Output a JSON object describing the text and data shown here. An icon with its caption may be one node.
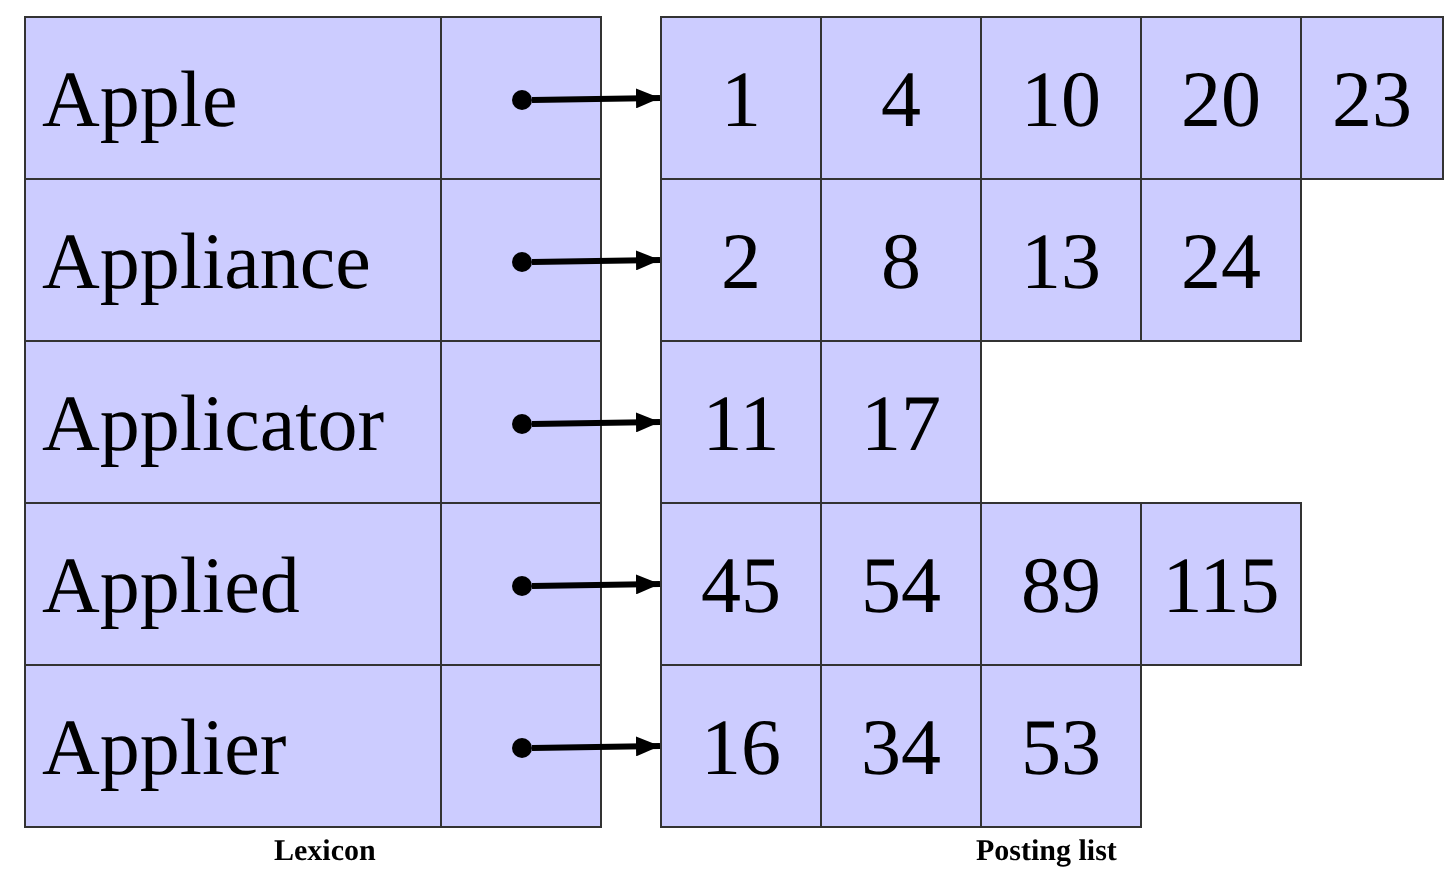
{
  "diagram": {
    "nodes": [
      {
        "text": [
          "Apple"
        ]
      },
      {
        "text": [],
        "shape": "box"
      },
      {
        "text": [],
        "shape": "circle",
        "in": 1
      },
      {
        "text": [
          "1"
        ]
      },
      {
        "text": [
          "4"
        ]
      },
      {
        "text": [
          "10"
        ]
      },
      {
        "text": [
          "20"
        ]
      },
      {
        "text": [
          "23"
        ]
      },
      {
        "text": [
          "Appliance"
        ]
      },
      {
        "text": [],
        "shape": "box"
      },
      {
        "text": [],
        "shape": "circle",
        "in": 9
      },
      {
        "text": [
          "2"
        ]
      },
      {
        "text": [
          "8"
        ]
      },
      {
        "text": [
          "13"
        ]
      },
      {
        "text": [
          "24"
        ]
      },
      {
        "text": [
          "Applicator"
        ]
      },
      {
        "text": [],
        "shape": "box"
      },
      {
        "text": [],
        "shape": "circle",
        "in": 16
      },
      {
        "text": [
          "11"
        ]
      },
      {
        "text": [
          "17"
        ]
      },
      {
        "text": [
          "Applied"
        ]
      },
      {
        "text": [],
        "shape": "box"
      },
      {
        "text": [],
        "shape": "circle",
        "in": 21
      },
      {
        "text": [
          "45"
        ]
      },
      {
        "text": [
          "54"
        ]
      },
      {
        "text": [
          "89"
        ]
      },
      {
        "text": [
          "115"
        ]
      },
      {
        "text": [
          "Applier"
        ]
      },
      {
        "text": [],
        "shape": "box"
      },
      {
        "text": [],
        "shape": "circle",
        "in": 28
      },
      {
        "text": [
          "16"
        ]
      },
      {
        "text": [
          "34"
        ]
      },
      {
        "text": [
          "53"
        ]
      }
    ],
    "edges": [
      {
        "from": 2,
        "to": 3,
        "arrow": "to"
      },
      {
        "from": 10,
        "to": 11,
        "arrow": "to"
      },
      {
        "from": 17,
        "to": 18,
        "arrow": "to"
      },
      {
        "from": 22,
        "to": 23,
        "arrow": "to"
      },
      {
        "from": 29,
        "to": 30,
        "arrow": "to"
      }
    ],
    "labels": [
      "Lexicon",
      "Posting list"
    ]
  }
}
